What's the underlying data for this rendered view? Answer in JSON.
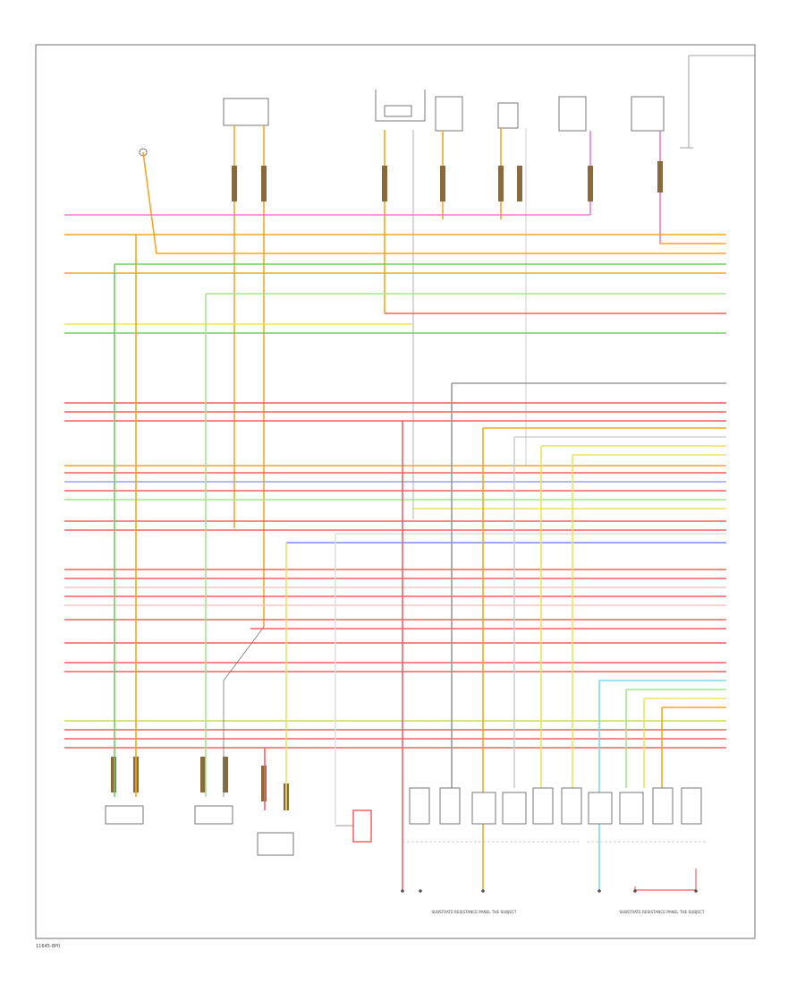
{
  "footer_code": "11645-8P0",
  "wire_colors": {
    "orange": "#f5a623",
    "pink": "#f27ad9",
    "red": "#f26262",
    "green": "#6ccf5a",
    "yellow": "#f1e35a",
    "blue": "#7a8cf2",
    "gray": "#9a9a9a",
    "light_blue": "#7fd7f2",
    "light_green": "#a8e48e",
    "dark_orange": "#e8892b"
  },
  "legends": {
    "bottom_left": "SUBSTRATE RESISTANCE PANEL THE SUBJECT",
    "bottom_right": "SUBSTRATE RESISTANCE PANEL THE SUBJECT"
  }
}
